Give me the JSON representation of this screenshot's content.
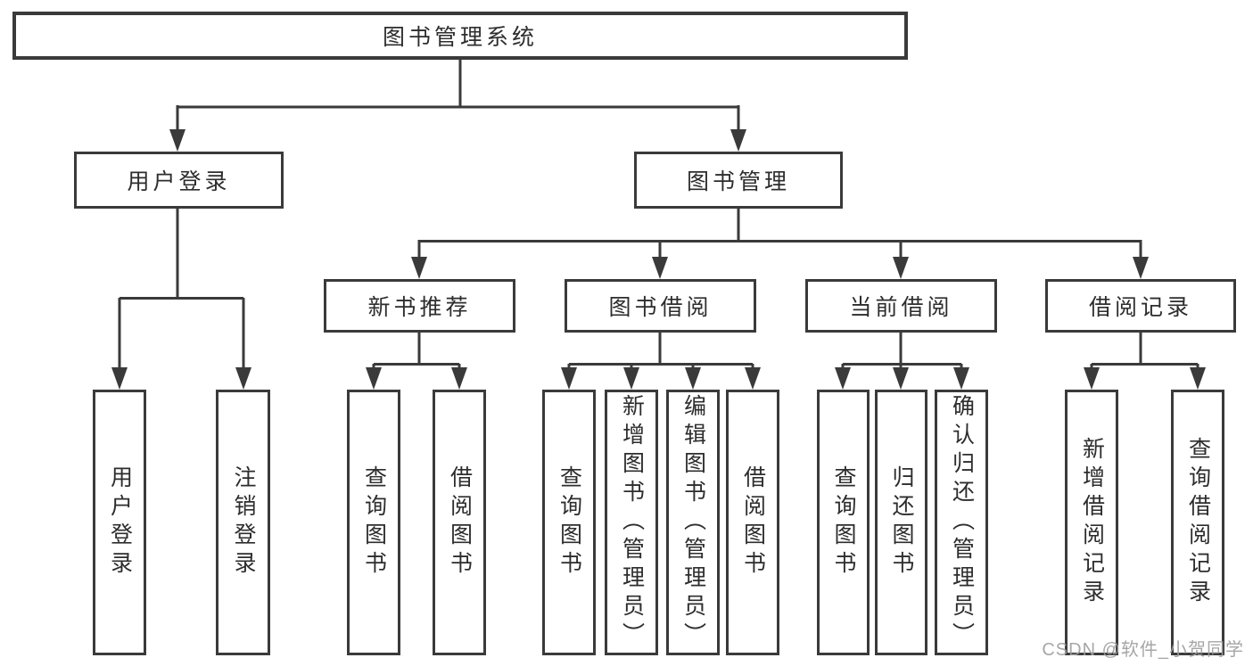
{
  "page": {
    "background": "#ffffff",
    "line_color": "#3a3a3a",
    "text_color": "#2d2d2d",
    "watermark_color": "#9e9e9e"
  },
  "tree": {
    "label": "图书管理系统",
    "children": [
      {
        "label": "用户登录",
        "children": [
          {
            "label": "用户登录"
          },
          {
            "label": "注销登录"
          }
        ]
      },
      {
        "label": "图书管理",
        "children": [
          {
            "label": "新书推荐",
            "children": [
              {
                "label": "查询图书"
              },
              {
                "label": "借阅图书"
              }
            ]
          },
          {
            "label": "图书借阅",
            "children": [
              {
                "label": "查询图书"
              },
              {
                "label": "新增图书（管理员）"
              },
              {
                "label": "编辑图书（管理员）"
              },
              {
                "label": "借阅图书"
              }
            ]
          },
          {
            "label": "当前借阅",
            "children": [
              {
                "label": "查询图书"
              },
              {
                "label": "归还图书"
              },
              {
                "label": "确认归还（管理员）"
              }
            ]
          },
          {
            "label": "借阅记录",
            "children": [
              {
                "label": "新增借阅记录"
              },
              {
                "label": "查询借阅记录"
              }
            ]
          }
        ]
      }
    ]
  },
  "watermark": {
    "text": "CSDN @软件_小贺同学"
  }
}
